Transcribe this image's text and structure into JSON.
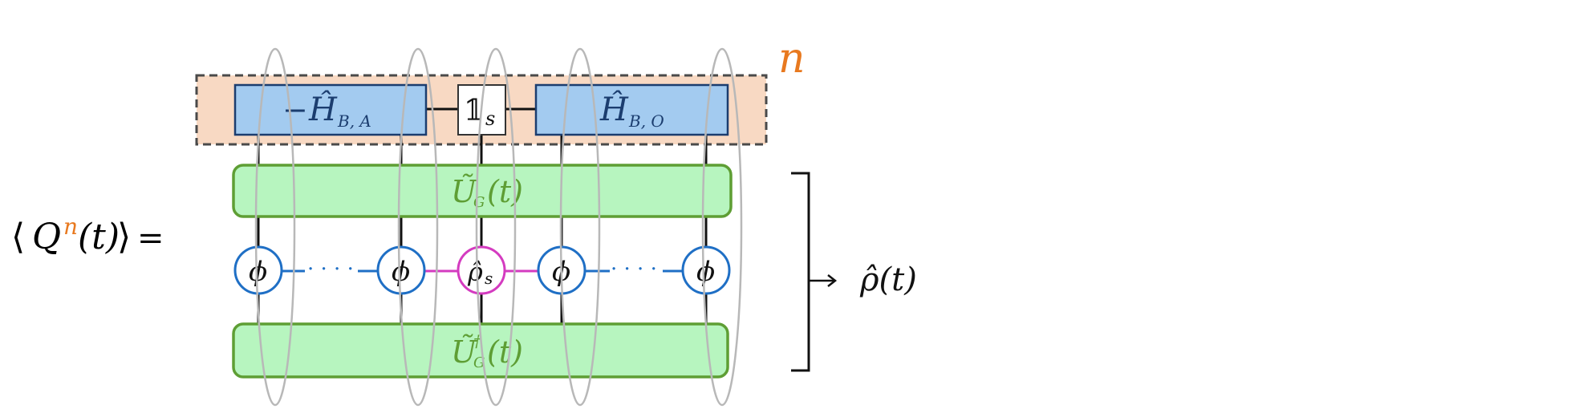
{
  "colors": {
    "orange": "#E8791F",
    "hamiltonian_fill": "#A3CBF0",
    "hamiltonian_stroke": "#1B3D6F",
    "outer_box_fill": "#F8D9C3",
    "outer_box_stroke": "#4a4a4a",
    "unitary_fill": "#B7F5BF",
    "unitary_stroke": "#5E9E34",
    "phi_stroke": "#1F6FC5",
    "rho_stroke": "#D43BC0",
    "wire": "#111111",
    "loop": "#B8B8B8",
    "text": "#111111"
  },
  "lhs": {
    "open": "⟨",
    "Q": "Q",
    "n": "n",
    "t": "(t)",
    "close": "⟩",
    "eq": "="
  },
  "exponent_label": "n",
  "hamiltonian_left": {
    "minus": "−",
    "H": "Ĥ",
    "sub": "B, A"
  },
  "identity": {
    "symbol": "𝟙",
    "sub": "s"
  },
  "hamiltonian_right": {
    "H": "Ĥ",
    "sub": "B, O"
  },
  "unitary_top": {
    "U": "Ũ",
    "sub": "G",
    "t": "(t)"
  },
  "unitary_bottom": {
    "U": "Ũ",
    "sup": "†",
    "sub": "G",
    "t": "(t)"
  },
  "phi_label": "ϕ",
  "rho_label": {
    "rho": "ρ̂",
    "sub": "s"
  },
  "dots": "· · · ·",
  "rho_t": "ρ̂(t)"
}
